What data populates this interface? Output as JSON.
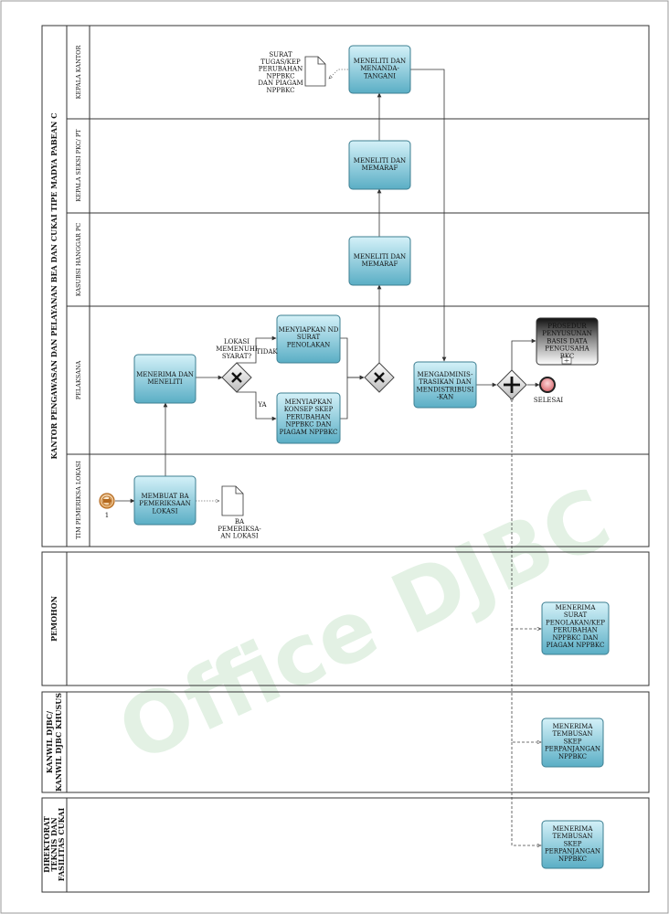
{
  "pools": [
    {
      "id": "kppbc",
      "label": "KANTOR PENGAWASAN DAN PELAYANAN BEA DAN CUKAI TIPE MADYA PABEAN C"
    },
    {
      "id": "pemohon",
      "label": "PEMOHON"
    },
    {
      "id": "kanwil",
      "label": "KANWIL DJBC/ KANWIL DJBC KHUSUS"
    },
    {
      "id": "direktorat",
      "label": "DIREKTORAT TEKNIS DAN FASILITAS CUKAI"
    }
  ],
  "lanes": [
    {
      "id": "kepala",
      "label": "KEPALA KANTOR"
    },
    {
      "id": "seksi",
      "label": "KEPALA SEKSI PKC/ PT"
    },
    {
      "id": "kasubsi",
      "label": "KASUBSI HANGGAR PC"
    },
    {
      "id": "pelaksana",
      "label": "PELAKSANA"
    },
    {
      "id": "tim",
      "label": "TIM PEMERIKSA LOKASI"
    }
  ],
  "tasks": [
    {
      "id": "t1",
      "lines": [
        "MEMBUAT BA",
        "PEMERIKSAAN",
        "LOKASI"
      ]
    },
    {
      "id": "t2",
      "lines": [
        "MENERIMA DAN",
        "MENELITI"
      ]
    },
    {
      "id": "t3",
      "lines": [
        "MENYIAPKAN ND",
        "SURAT",
        "PENOLAKAN"
      ]
    },
    {
      "id": "t4",
      "lines": [
        "MENYIAPKAN",
        "KONSEP SKEP",
        "PERUBAHAN",
        "NPPBKC DAN",
        "PIAGAM NPPBKC"
      ]
    },
    {
      "id": "t5",
      "lines": [
        "MENELITI DAN",
        "MEMARAF"
      ]
    },
    {
      "id": "t6",
      "lines": [
        "MENELITI DAN",
        "MEMARAF"
      ]
    },
    {
      "id": "t7",
      "lines": [
        "MENELITI DAN",
        "MENANDA-",
        "TANGANI"
      ]
    },
    {
      "id": "t8",
      "lines": [
        "MENGADMINIS-",
        "TRASIKAN DAN",
        "MENDISTRIBUSI",
        "-KAN"
      ]
    },
    {
      "id": "t9",
      "lines": [
        "PROSEDUR",
        "PENYUSUNAN",
        "BASIS DATA",
        "PENGUSAHA",
        "BKC"
      ]
    },
    {
      "id": "t10",
      "lines": [
        "MENERIMA",
        "SURAT",
        "PENOLAKAN/KEP",
        "PERUBAHAN",
        "NPPBKC DAN",
        "PIAGAM NPPBKC"
      ]
    },
    {
      "id": "t11",
      "lines": [
        "MENERIMA",
        "TEMBUSAN",
        "SKEP",
        "PERPANJANGAN",
        "NPPBKC"
      ]
    },
    {
      "id": "t12",
      "lines": [
        "MENERIMA",
        "TEMBUSAN",
        "SKEP",
        "PERPANJANGAN",
        "NPPBKC"
      ]
    }
  ],
  "documents": [
    {
      "id": "d1",
      "lines": [
        "BA",
        "PEMERIKSA-",
        "AN LOKASI"
      ]
    },
    {
      "id": "d2",
      "lines": [
        "SURAT",
        "TUGAS/KEP",
        "PERUBAHAN",
        "NPPBKC",
        "DAN PIAGAM",
        "NPPBKC"
      ]
    }
  ],
  "gateways": [
    {
      "id": "g1",
      "type": "exclusive",
      "lines": [
        "LOKASI",
        "MEMENUHI",
        "SYARAT?"
      ]
    },
    {
      "id": "g2",
      "type": "exclusive",
      "lines": []
    },
    {
      "id": "g3",
      "type": "parallel",
      "lines": []
    }
  ],
  "flow_labels": {
    "tidak": "TIDAK",
    "ya": "YA"
  },
  "events": {
    "start_label": "1",
    "end_label": "SELESAI"
  },
  "watermark": "Office DJBC",
  "colors": {
    "task_top": "#c9eef7",
    "task_bottom": "#5fb2c8",
    "watermark": "#2f9a3a",
    "end_event": "#e8898e"
  }
}
